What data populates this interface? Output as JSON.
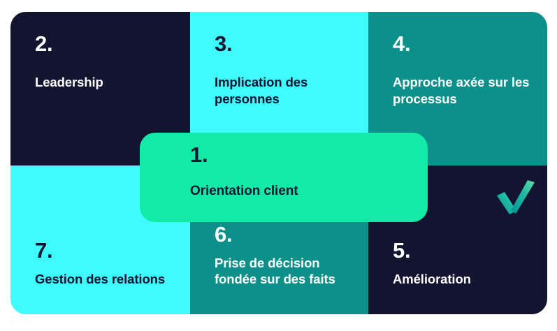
{
  "diagram": {
    "title_visible": false,
    "center": {
      "number": "1.",
      "label": "Orientation client",
      "bg_color": "#12eba8",
      "text_color": "#13142f"
    },
    "cells": [
      {
        "number": "2.",
        "label": "Leadership",
        "theme": "navy",
        "bg_color": "#13142f",
        "text_color": "#ffffff"
      },
      {
        "number": "3.",
        "label": "Implication des personnes",
        "theme": "cyan",
        "bg_color": "#3efcfc",
        "text_color": "#13142f"
      },
      {
        "number": "4.",
        "label": "Approche axée sur les processus",
        "theme": "teal",
        "bg_color": "#0d8f8a",
        "text_color": "#ffffff"
      },
      {
        "number": "7.",
        "label": "Gestion des relations",
        "theme": "cyan",
        "bg_color": "#3efcfc",
        "text_color": "#13142f"
      },
      {
        "number": "6.",
        "label": "Prise de décision fondée sur des faits",
        "theme": "teal",
        "bg_color": "#0d8f8a",
        "text_color": "#ffffff"
      },
      {
        "number": "5.",
        "label": "Amélioration",
        "theme": "navy",
        "bg_color": "#13142f",
        "text_color": "#ffffff"
      }
    ],
    "logo": {
      "name": "checkmark-logo",
      "gradient_from": "#0e8f8f",
      "gradient_to": "#5fd9a8"
    }
  }
}
